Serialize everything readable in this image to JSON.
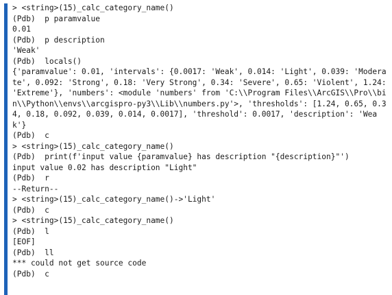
{
  "theme": {
    "accent": "#1e63b8",
    "background": "#ffffff",
    "text": "#1a1a1a"
  },
  "console": {
    "lines": [
      "> <string>(15)_calc_category_name()",
      "(Pdb)  p paramvalue",
      "0.01",
      "(Pdb)  p description",
      "'Weak'",
      "(Pdb)  locals()",
      "{'paramvalue': 0.01, 'intervals': {0.0017: 'Weak', 0.014: 'Light', 0.039: 'Modera",
      "te', 0.092: 'Strong', 0.18: 'Very Strong', 0.34: 'Severe', 0.65: 'Violent', 1.24:",
      "'Extreme'}, 'numbers': <module 'numbers' from 'C:\\\\Program Files\\\\ArcGIS\\\\Pro\\\\bi",
      "n\\\\Python\\\\envs\\\\arcgispro-py3\\\\Lib\\\\numbers.py'>, 'thresholds': [1.24, 0.65, 0.3",
      "4, 0.18, 0.092, 0.039, 0.014, 0.0017], 'threshold': 0.0017, 'description': 'Wea",
      "k'}",
      "(Pdb)  c",
      "> <string>(15)_calc_category_name()",
      "(Pdb)  print(f'input value {paramvalue} has description \"{description}\"')",
      "input value 0.02 has description \"Light\"",
      "(Pdb)  r",
      "--Return--",
      "> <string>(15)_calc_category_name()->'Light'",
      "(Pdb)  c",
      "> <string>(15)_calc_category_name()",
      "(Pdb)  l",
      "[EOF]",
      "(Pdb)  ll",
      "*** could not get source code",
      "(Pdb)  c"
    ]
  }
}
